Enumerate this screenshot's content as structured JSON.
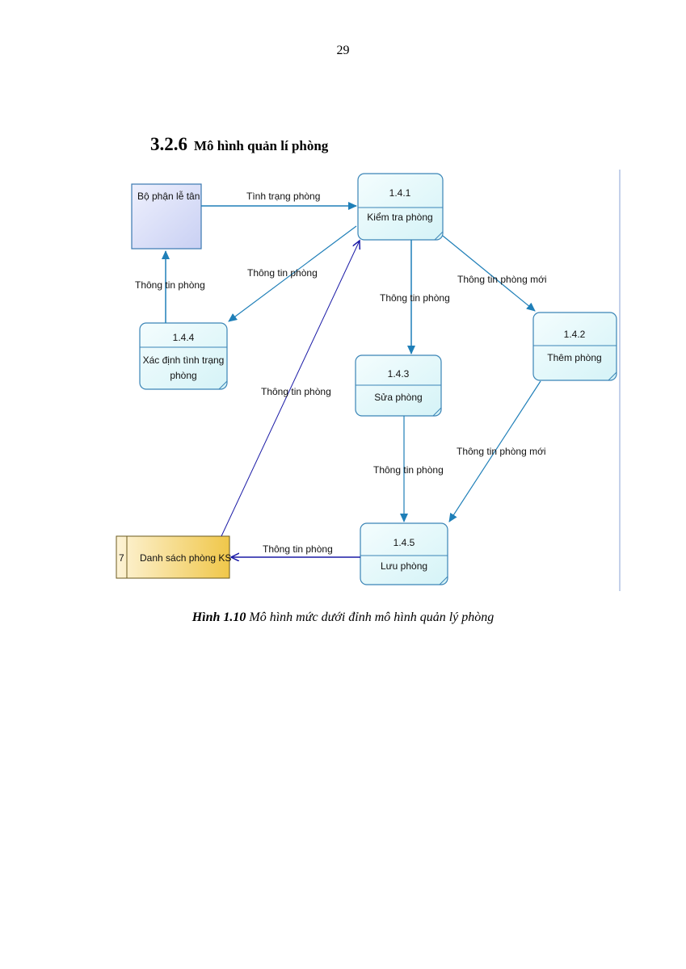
{
  "page": {
    "number": "29"
  },
  "section": {
    "number": "3.2.6",
    "title": "Mô hình quản lí phòng"
  },
  "diagram": {
    "external_entity": {
      "label": "Bộ phận lễ tân",
      "fill": "#d6dcf7",
      "border": "#3a78b0"
    },
    "processes": [
      {
        "id": "1.4.1",
        "label": "Kiểm tra phòng"
      },
      {
        "id": "1.4.2",
        "label": "Thêm phòng"
      },
      {
        "id": "1.4.3",
        "label": "Sửa phòng"
      },
      {
        "id": "1.4.4",
        "label_line1": "Xác định tình trạng",
        "label_line2": "phòng"
      },
      {
        "id": "1.4.5",
        "label": "Lưu phòng"
      }
    ],
    "data_store": {
      "number": "7",
      "label": "Danh sách phòng KS",
      "fill": "#f2c94c"
    },
    "flows": [
      {
        "label": "Tình trạng phòng"
      },
      {
        "label": "Thông tin phòng"
      },
      {
        "label": "Thông tin phòng"
      },
      {
        "label": "Thông tin phòng mới"
      },
      {
        "label": "Thông tin phòng"
      },
      {
        "label": "Thông tin phòng"
      },
      {
        "label": "Thông tin phòng"
      },
      {
        "label": "Thông tin phòng mới"
      },
      {
        "label": "Thông tin phòng"
      }
    ],
    "colors": {
      "process_fill": "#e4f9fb",
      "process_border": "#3a84b6",
      "flow": "#1f7fb8",
      "flow_dark": "#1a1aa6"
    }
  },
  "caption": {
    "label": "Hình 1.10",
    "text": "Mô hình mức dưới đỉnh mô hình quản lý phòng"
  }
}
